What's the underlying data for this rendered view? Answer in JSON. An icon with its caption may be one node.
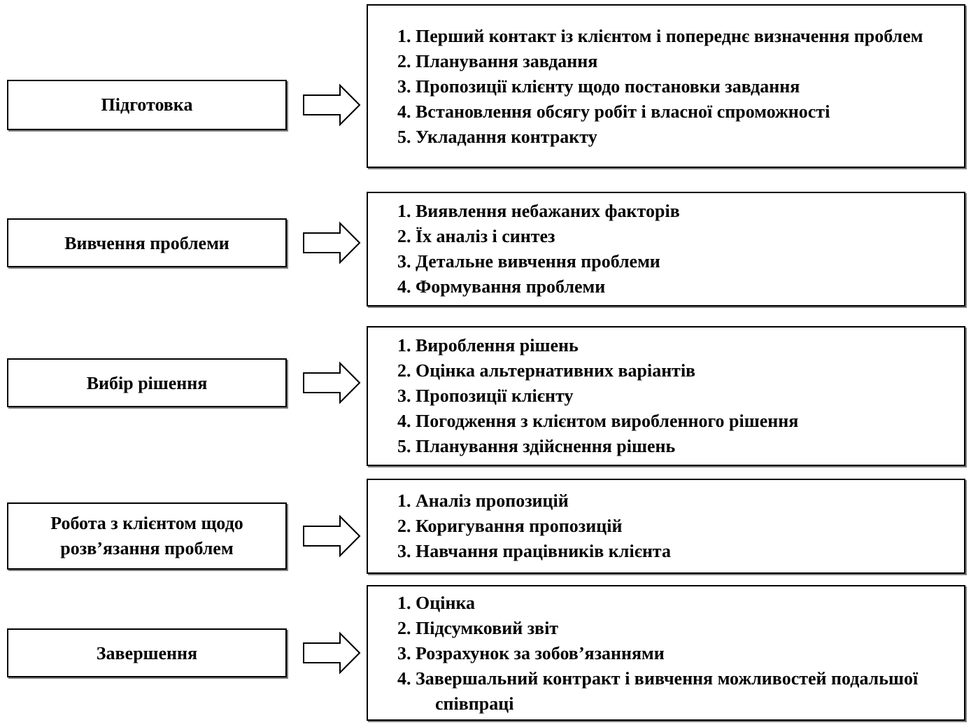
{
  "diagram": {
    "nodes": [
      {
        "text": [
          "Підготовка"
        ]
      },
      {
        "text": [
          "1. Перший контакт із клієнтом і попереднє визначення проблем",
          "2. Планування завдання",
          "3. Пропозиції клієнту щодо постановки завдання",
          "4. Встановлення обсягу робіт і власної спроможності",
          "5. Укладання контракту"
        ]
      },
      {
        "text": [
          "Вивчення проблеми"
        ]
      },
      {
        "text": [
          "1. Виявлення небажаних факторів",
          "2. Їх аналіз і синтез",
          "3. Детальне вивчення проблеми",
          "4. Формування проблеми"
        ]
      },
      {
        "text": [
          "Вибір рішення"
        ]
      },
      {
        "text": [
          "1. Вироблення рішень",
          "2. Оцінка альтернативних варіантів",
          "3. Пропозиції клієнту",
          "4. Погодження з клієнтом виробленного рішення",
          "5. Планування здійснення рішень"
        ]
      },
      {
        "text": [
          "Робота з клієнтом щодо розв’язання проблем"
        ]
      },
      {
        "text": [
          "1. Аналіз пропозицій",
          "2. Коригування пропозицій",
          "3. Навчання працівників клієнта"
        ]
      },
      {
        "text": [
          "Завершення"
        ]
      },
      {
        "text": [
          "1. Оцінка",
          "2. Підсумковий звіт",
          "3. Розрахунок за зобов’язаннями",
          "4. Завершальний контракт і вивчення можливостей подальшої співпраці"
        ]
      }
    ],
    "edges": [
      {
        "from": 0,
        "to": 1,
        "arrow": "to"
      },
      {
        "from": 2,
        "to": 3,
        "arrow": "to"
      },
      {
        "from": 4,
        "to": 5,
        "arrow": "to"
      },
      {
        "from": 6,
        "to": 7,
        "arrow": "to"
      },
      {
        "from": 8,
        "to": 9,
        "arrow": "to"
      }
    ]
  }
}
